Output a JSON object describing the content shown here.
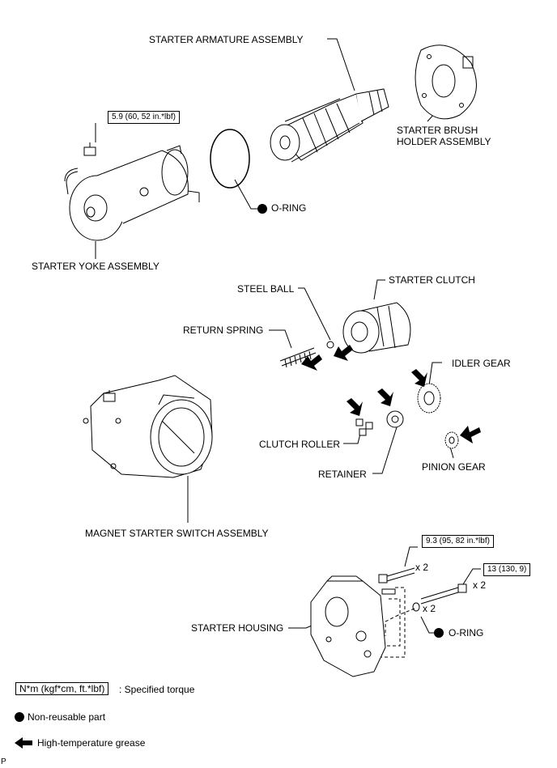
{
  "labels": {
    "starter_armature_assembly": "STARTER ARMATURE ASSEMBLY",
    "starter_brush_holder_line1": "STARTER BRUSH",
    "starter_brush_holder_line2": "HOLDER ASSEMBLY",
    "o_ring_top": "O-RING",
    "starter_yoke_assembly": "STARTER YOKE ASSEMBLY",
    "steel_ball": "STEEL BALL",
    "starter_clutch": "STARTER CLUTCH",
    "return_spring": "RETURN SPRING",
    "idler_gear": "IDLER GEAR",
    "clutch_roller": "CLUTCH ROLLER",
    "retainer": "RETAINER",
    "pinion_gear": "PINION GEAR",
    "magnet_starter_switch_assembly": "MAGNET STARTER SWITCH ASSEMBLY",
    "starter_housing": "STARTER HOUSING",
    "o_ring_bottom": "O-RING"
  },
  "torques": {
    "yoke_nut": "5.9 (60, 52 in.*lbf)",
    "housing_bolt_short": "9.3 (95, 82 in.*lbf)",
    "housing_bolt_long": "13 (130, 9)"
  },
  "multipliers": {
    "short_bolt": "x 2",
    "long_bolt": "x 2",
    "o_ring": "x 2"
  },
  "legend": {
    "torque_unit": "N*m (kgf*cm, ft.*lbf)",
    "torque_desc": ": Specified torque",
    "non_reusable": "Non-reusable part",
    "grease": "High-temperature grease"
  },
  "footer": {
    "code": "P"
  },
  "colors": {
    "line": "#000000",
    "fill": "#ffffff",
    "shade": "#d9d9d9"
  }
}
